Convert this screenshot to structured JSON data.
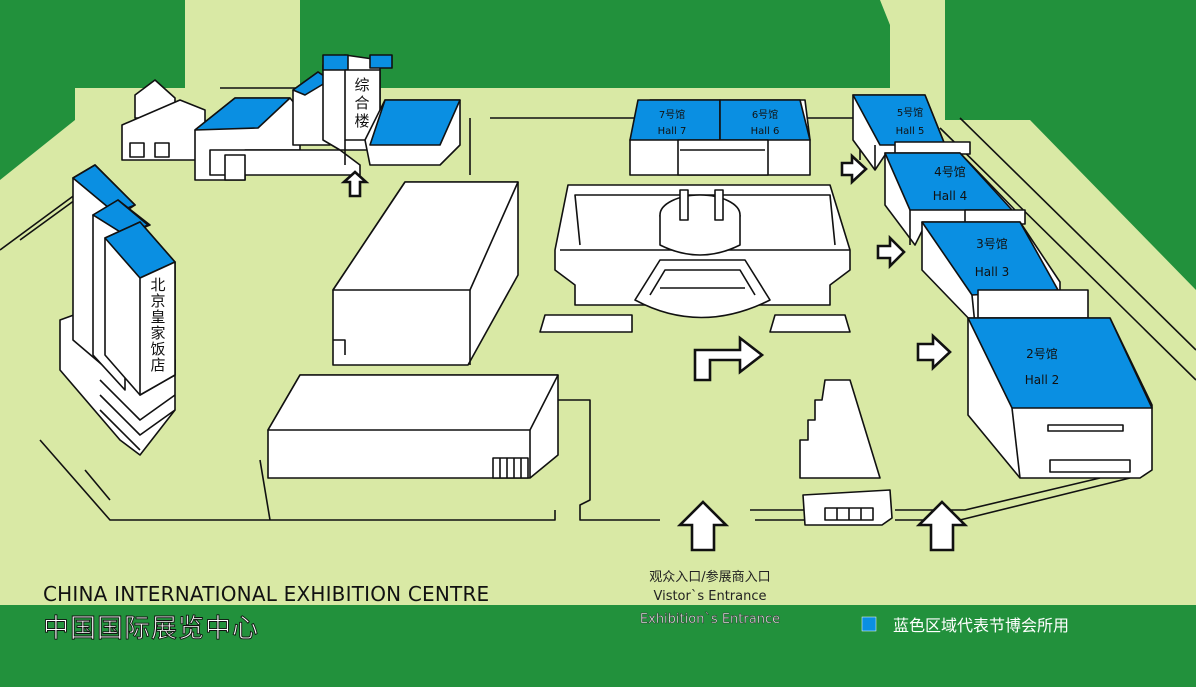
{
  "map": {
    "title_en": "CHINA INTERNATIONAL EXHIBITION CENTRE",
    "title_cn": "中国国际展览中心",
    "colors": {
      "ground": "#d9e9a5",
      "border": "#22913c",
      "legend_blue": "#0a8fe2",
      "building": "#ffffff"
    }
  },
  "buildings": {
    "zonghelou": [
      "综",
      "合",
      "楼"
    ],
    "hotel": [
      "北",
      "京",
      "皇",
      "家",
      "饭",
      "店"
    ]
  },
  "halls": [
    {
      "id": "hall-7",
      "cn": "7号馆",
      "en": "Hall 7"
    },
    {
      "id": "hall-6",
      "cn": "6号馆",
      "en": "Hall 6"
    },
    {
      "id": "hall-5",
      "cn": "5号馆",
      "en": "Hall 5"
    },
    {
      "id": "hall-4",
      "cn": "4号馆",
      "en": "Hall 4"
    },
    {
      "id": "hall-3",
      "cn": "3号馆",
      "en": "Hall 3"
    },
    {
      "id": "hall-2",
      "cn": "2号馆",
      "en": "Hall 2"
    }
  ],
  "entrance": {
    "cn": "观众入口/参展商入口",
    "visitor": "Vistor`s Entrance",
    "exhibitor": "Exhibition`s Entrance"
  },
  "legend": {
    "text": "蓝色区域代表节博会所用",
    "color": "#0a8fe2"
  },
  "icons": [
    "arrow-right-icon",
    "arrow-up-icon",
    "turn-arrow-icon"
  ]
}
